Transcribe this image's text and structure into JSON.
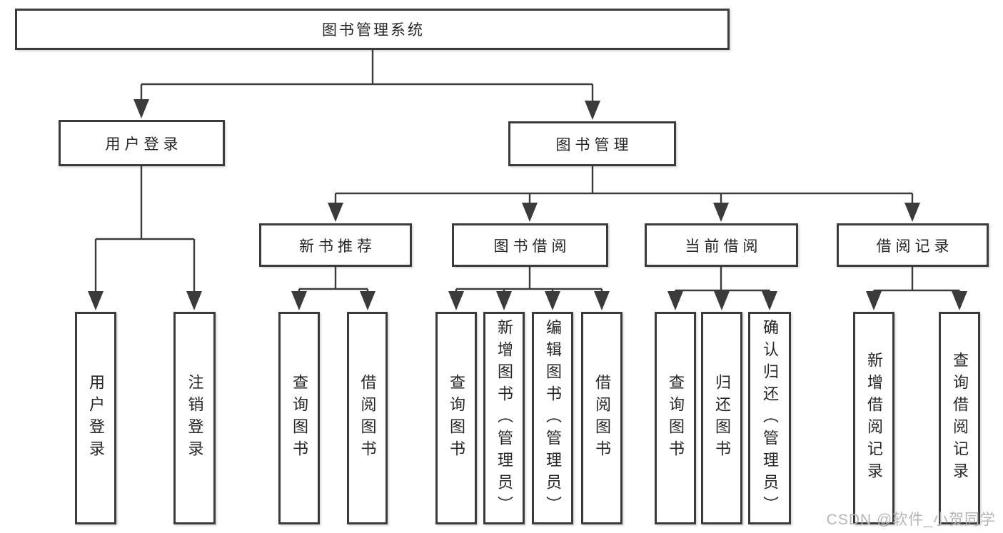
{
  "page": {
    "watermark": "CSDN @软件_小贺同学"
  },
  "colors": {
    "line": "#3b3b3b",
    "text": "#262626",
    "box_background": "#ffffff",
    "page_background": "#ffffff",
    "watermark": "#b5b5b5"
  },
  "tree": {
    "label": "图书管理系统",
    "children": [
      {
        "label": "用户登录",
        "children": [
          {
            "label": "用户登录"
          },
          {
            "label": "注销登录"
          }
        ]
      },
      {
        "label": "图书管理",
        "children": [
          {
            "label": "新书推荐",
            "children": [
              {
                "label": "查询图书"
              },
              {
                "label": "借阅图书"
              }
            ]
          },
          {
            "label": "图书借阅",
            "children": [
              {
                "label": "查询图书"
              },
              {
                "label": "新增图书（管理员）"
              },
              {
                "label": "编辑图书（管理员）"
              },
              {
                "label": "借阅图书"
              }
            ]
          },
          {
            "label": "当前借阅",
            "children": [
              {
                "label": "查询图书"
              },
              {
                "label": "归还图书"
              },
              {
                "label": "确认归还（管理员）"
              }
            ]
          },
          {
            "label": "借阅记录",
            "children": [
              {
                "label": "新增借阅记录"
              },
              {
                "label": "查询借阅记录"
              }
            ]
          }
        ]
      }
    ]
  }
}
